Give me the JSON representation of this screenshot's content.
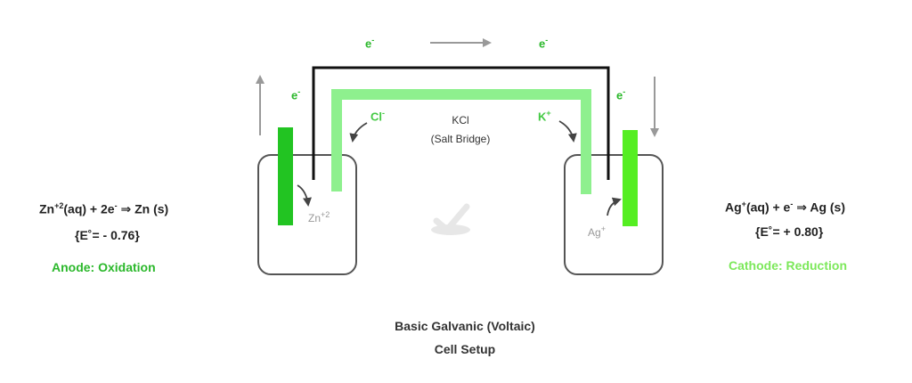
{
  "left_equation": {
    "line1_a": "Zn",
    "line1_a_sup": "+2",
    "line1_b": "(aq) +  2e",
    "line1_b_sup": "-",
    "line1_c": " ⇒ Zn (s)",
    "potential": "{E˚= - 0.76}",
    "label": "Anode: Oxidation"
  },
  "right_equation": {
    "line1_a": "Ag",
    "line1_a_sup": "+",
    "line1_b": "(aq) +  e",
    "line1_b_sup": "-",
    "line1_c": " ⇒ Ag (s)",
    "potential": "{E˚= + 0.80}",
    "label": "Cathode: Reduction"
  },
  "electron": {
    "symbol": "e",
    "sup": "-"
  },
  "salt_bridge": {
    "name": "KCl",
    "subtitle": "(Salt Bridge)"
  },
  "ions": {
    "chloride": "Cl",
    "chloride_sup": "-",
    "potassium": "K",
    "potassium_sup": "+",
    "zinc": "Zn",
    "zinc_sup": "+2",
    "silver": "Ag",
    "silver_sup": "+"
  },
  "caption": {
    "line1": "Basic Galvanic (Voltaic)",
    "line2": "Cell Setup"
  },
  "colors": {
    "anode_electrode": "#22c422",
    "cathode_electrode": "#55ee22",
    "salt_bridge": "#8ef08e",
    "wire": "#111111",
    "beaker": "#555555",
    "arrow_grey": "#999999"
  }
}
